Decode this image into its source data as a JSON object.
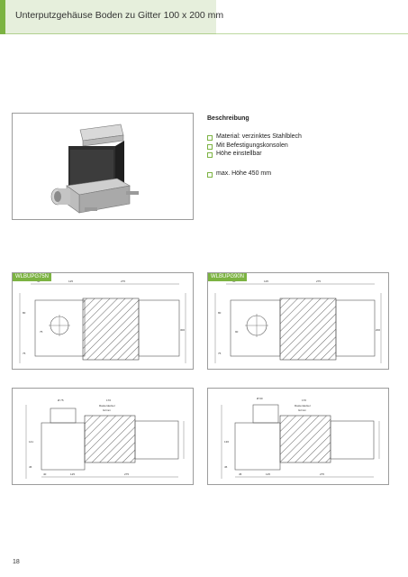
{
  "header": {
    "title": "Unterputzgehäuse Boden zu Gitter 100 x 200 mm"
  },
  "description": {
    "title": "Beschreibung",
    "items": [
      "Material: verzinktes Stahlblech",
      "Mit Befestigungskonsolen",
      "Höhe einstellbar"
    ],
    "extra": "max. Höhe 450 mm"
  },
  "drawings": {
    "d1": {
      "tag": "WLBUPG75N",
      "dims": [
        "50",
        "125",
        "275",
        "300",
        "80",
        "75",
        "75"
      ]
    },
    "d2": {
      "tag": "WLBUPG90N",
      "dims": [
        "45",
        "125",
        "275",
        "200",
        "80",
        "90",
        "75"
      ]
    },
    "d3": {
      "dims": [
        "Ø 75",
        "170",
        "Rasterdeckel",
        "Grimm",
        "40",
        "125",
        "275",
        "141",
        "45"
      ]
    },
    "d4": {
      "dims": [
        "Ø 90",
        "170",
        "Rasterdeckel",
        "Grimm",
        "45",
        "125",
        "275",
        "136",
        "45"
      ]
    }
  },
  "page": {
    "number": "18"
  },
  "colors": {
    "accent": "#7cb342",
    "band": "#e6efdc"
  }
}
